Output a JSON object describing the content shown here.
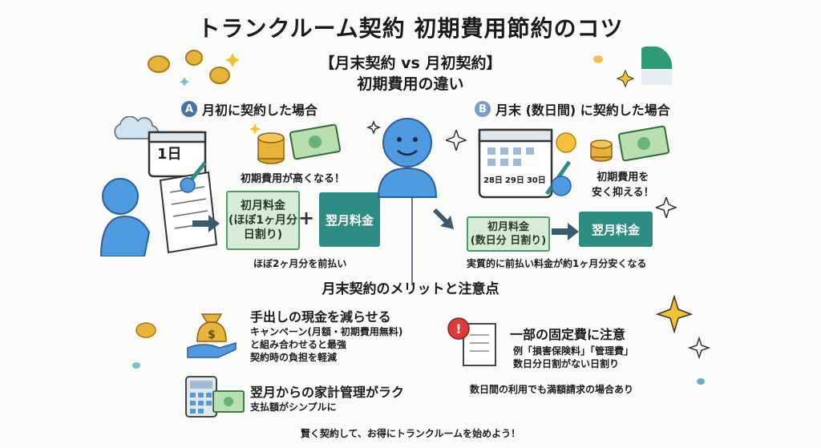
{
  "title": "トランクルーム契約 初期費用節約のコツ",
  "subtitle_line1": "【月末契約 vs 月初契約】",
  "subtitle_line2": "初期費用の違い",
  "section_a": {
    "badge": "A",
    "heading": "月初に契約した場合",
    "calendar_day": "1日",
    "cost_note": "初期費用が高くなる！",
    "box1": "初月料金\n(ほぼ1ヶ月分\n日割り)",
    "plus": "+",
    "box2": "翌月料金",
    "caption": "ほぼ2ヶ月分を前払い"
  },
  "section_b": {
    "badge": "B",
    "heading": "月末 (数日間) に契約した場合",
    "calendar_days": [
      "28日",
      "29日",
      "30日"
    ],
    "cost_note_line1": "初期費用を",
    "cost_note_line2": "安く抑える！",
    "box1": "初月料金\n(数日分 日割り)",
    "box2": "翌月料金",
    "caption": "実質的に前払い料金が約1ヶ月分安くなる"
  },
  "merits_heading": "月末契約のメリットと注意点",
  "merit1": {
    "title": "手出しの現金を減らせる",
    "line1": "キャンペーン(月額・初期費用無料)",
    "line2": "と組み合わせると最強",
    "line3": "契約時の負担を軽減"
  },
  "merit2": {
    "title": "翌月からの家計管理がラク",
    "line1": "支払額がシンプルに"
  },
  "caution": {
    "title": "一部の固定費に注意",
    "line1": "例「損害保険料」「管理費」",
    "line2": "数日分日割がない日割り",
    "line3": "数日間の利用でも満額請求の場合あり"
  },
  "footer": "賢く契約して、お得にトランクルームを始めよう！",
  "colors": {
    "teal": "#2e8d83",
    "light_green": "#d6ecd4",
    "person_blue": "#4f9be0",
    "accent_blue": "#4a6fa5",
    "gold": "#e0a82e"
  }
}
